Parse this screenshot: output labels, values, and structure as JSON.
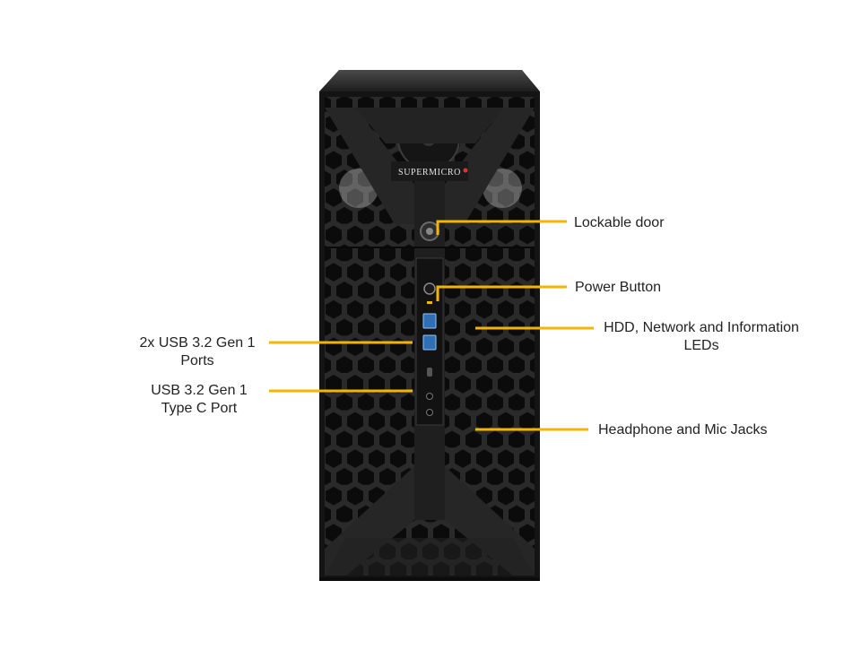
{
  "product": {
    "brand_logo_text": "SUPERMICRO"
  },
  "callouts": {
    "lockable_door": [
      "Lockable door"
    ],
    "power_button": [
      "Power Button"
    ],
    "leds": [
      "HDD, Network and Information",
      "LEDs"
    ],
    "usb_ports": [
      "2x USB 3.2 Gen 1",
      "Ports"
    ],
    "usb_c": [
      "USB 3.2 Gen 1",
      "Type C Port"
    ],
    "audio_jacks": [
      "Headphone and Mic Jacks"
    ]
  },
  "colors": {
    "leader_line": "#f5b400",
    "chassis": "#1c1c1c",
    "chassis_highlight": "#3a3a3a",
    "text": "#222222",
    "background": "#ffffff"
  }
}
